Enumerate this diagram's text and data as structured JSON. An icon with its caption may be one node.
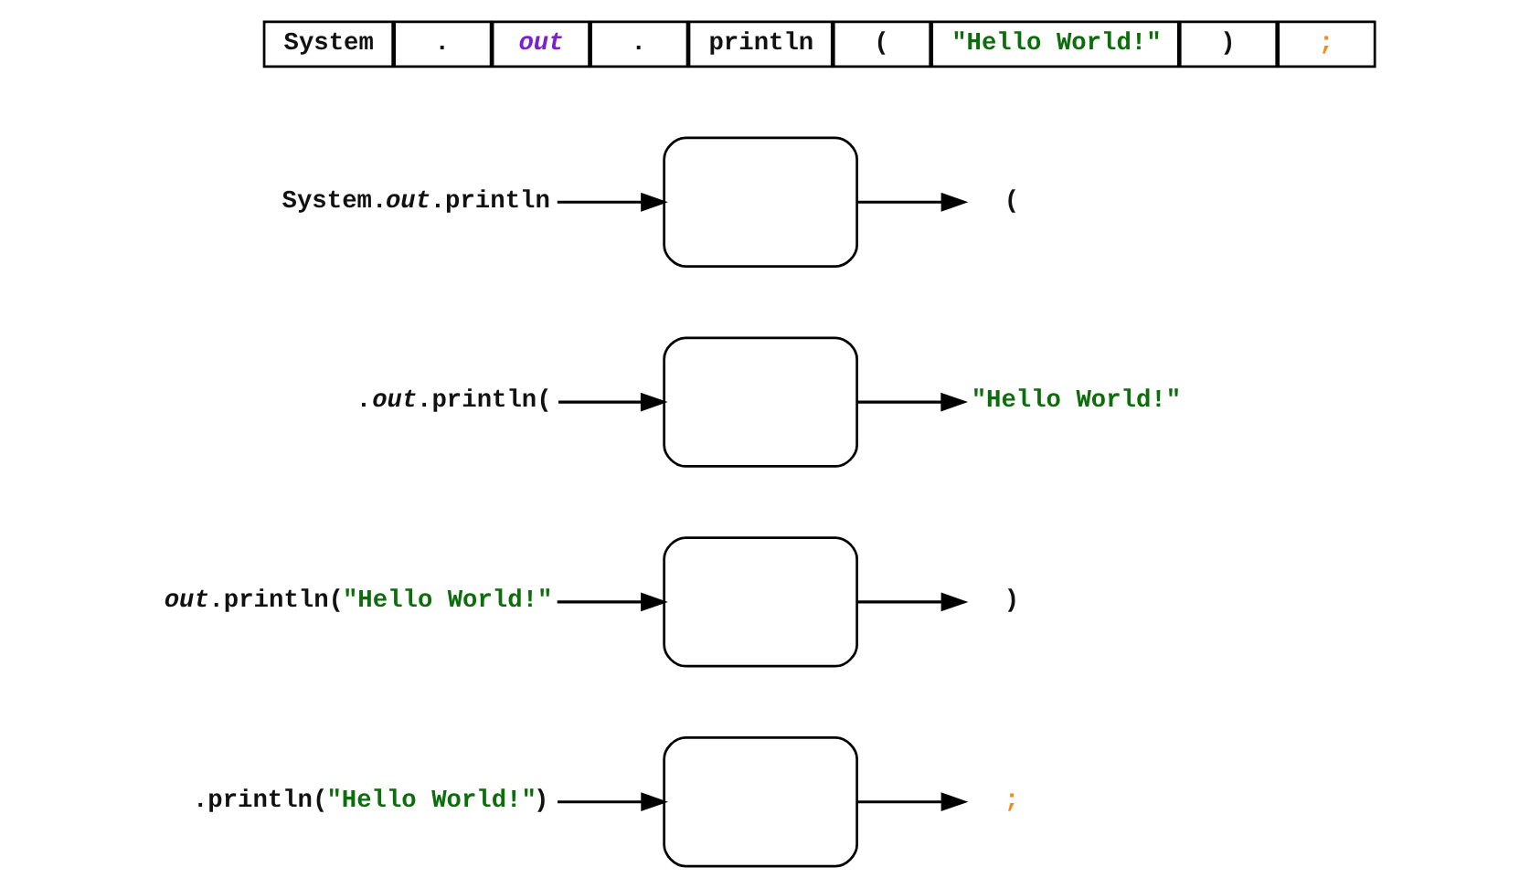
{
  "diagram": {
    "nodes": [
      {
        "text": [
          "System"
        ]
      },
      {
        "text": [
          "."
        ]
      },
      {
        "text": [
          "out"
        ]
      },
      {
        "text": [
          "."
        ]
      },
      {
        "text": [
          "println"
        ]
      },
      {
        "text": [
          "("
        ]
      },
      {
        "text": [
          "\"Hello World!\""
        ]
      },
      {
        "text": [
          ")"
        ]
      },
      {
        "text": [
          ";"
        ]
      },
      {
        "text": [
          "System.*out*.println"
        ]
      },
      {
        "text": [],
        "shape": "box"
      },
      {
        "text": [
          "("
        ]
      },
      {
        "text": [
          ".*out*.println("
        ]
      },
      {
        "text": [],
        "shape": "box"
      },
      {
        "text": [
          "\"Hello World!\""
        ]
      },
      {
        "text": [
          "*out*.println(\"Hello World!\""
        ]
      },
      {
        "text": [],
        "shape": "box"
      },
      {
        "text": [
          ")"
        ]
      },
      {
        "text": [
          ".println(\"Hello World!\")"
        ]
      },
      {
        "text": [],
        "shape": "box"
      },
      {
        "text": [
          ";"
        ]
      }
    ],
    "edges": [
      {
        "from": 9,
        "to": 10,
        "arrow": "to"
      },
      {
        "from": 10,
        "to": 11,
        "arrow": "to"
      },
      {
        "from": 12,
        "to": 13,
        "arrow": "to"
      },
      {
        "from": 13,
        "to": 14,
        "arrow": "to"
      },
      {
        "from": 15,
        "to": 16,
        "arrow": "to"
      },
      {
        "from": 16,
        "to": 17,
        "arrow": "to"
      },
      {
        "from": 18,
        "to": 19,
        "arrow": "to"
      },
      {
        "from": 19,
        "to": 20,
        "arrow": "to"
      }
    ]
  }
}
